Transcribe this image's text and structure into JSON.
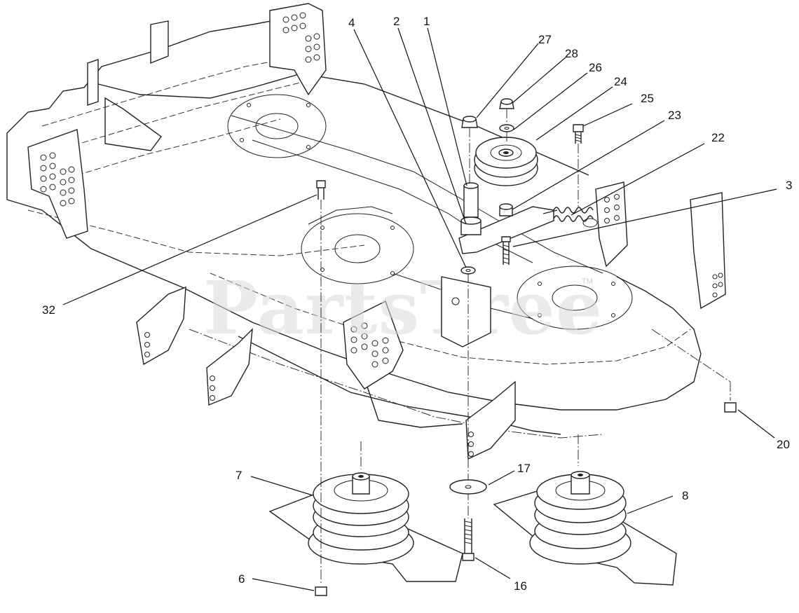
{
  "watermark": "PartsTree",
  "trademark": "TM",
  "callouts": [
    {
      "id": "c1",
      "text": "1"
    },
    {
      "id": "c2",
      "text": "2"
    },
    {
      "id": "c3",
      "text": "3"
    },
    {
      "id": "c4",
      "text": "4"
    },
    {
      "id": "c6",
      "text": "6"
    },
    {
      "id": "c7",
      "text": "7"
    },
    {
      "id": "c8",
      "text": "8"
    },
    {
      "id": "c16",
      "text": "16"
    },
    {
      "id": "c17",
      "text": "17"
    },
    {
      "id": "c20",
      "text": "20"
    },
    {
      "id": "c22",
      "text": "22"
    },
    {
      "id": "c23",
      "text": "23"
    },
    {
      "id": "c24",
      "text": "24"
    },
    {
      "id": "c25",
      "text": "25"
    },
    {
      "id": "c26",
      "text": "26"
    },
    {
      "id": "c27",
      "text": "27"
    },
    {
      "id": "c28",
      "text": "28"
    },
    {
      "id": "c32",
      "text": "32"
    }
  ]
}
